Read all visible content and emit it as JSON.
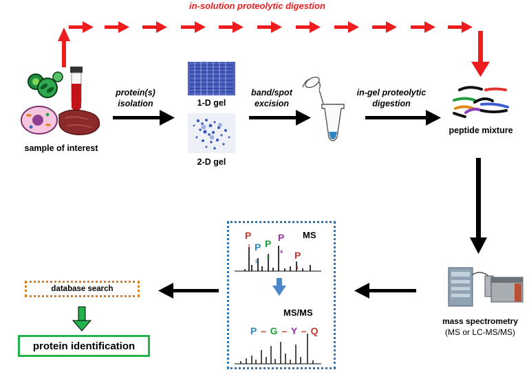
{
  "workflow": {
    "top_route_label": "in-solution proteolytic digestion",
    "sample_label": "sample of interest",
    "isolation_label_line1": "protein(s)",
    "isolation_label_line2": "isolation",
    "gel1_label": "1-D gel",
    "gel2_label": "2-D gel",
    "excision_label_line1": "band/spot",
    "excision_label_line2": "excision",
    "ingel_label_line1": "in-gel proteolytic",
    "ingel_label_line2": "digestion",
    "peptide_label": "peptide mixture",
    "ms_label_line1": "mass spectrometry",
    "ms_label_line2": "(MS or LC-MS/MS)",
    "ms_panel_title": "MS",
    "msms_panel_title": "MS/MS",
    "db_search_label": "database search",
    "protein_id_label": "protein identification"
  },
  "spectrum": {
    "peak_letter": "P",
    "peak_numbers": [
      "1",
      "2",
      "3",
      "4",
      "1"
    ],
    "sequence": [
      "P",
      "G",
      "Y",
      "Q"
    ],
    "sequence_separator": "–"
  },
  "colors": {
    "top_arrow": "#ee1c1c",
    "main_arrow": "#000000",
    "db_box_border": "#e2791f",
    "id_box_border": "#22b14c",
    "ms_box_border": "#2e75b6",
    "down_arrow_green": "#22b14c",
    "down_arrow_blue": "#4a86c8"
  }
}
